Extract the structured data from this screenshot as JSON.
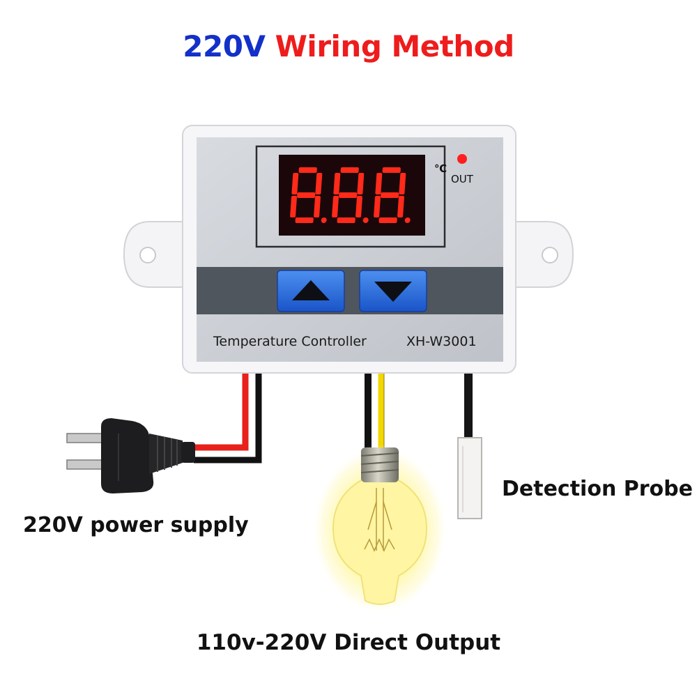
{
  "title": {
    "voltage": "220V",
    "method": "Wiring Method"
  },
  "controller": {
    "unit": "℃",
    "out_label": "OUT",
    "display_value": "888",
    "name": "Temperature Controller",
    "model": "XH-W3001",
    "up_button": "up-arrow-icon",
    "down_button": "down-arrow-icon"
  },
  "labels": {
    "power": "220V power supply",
    "probe": "Detection Probe",
    "output": "110v-220V Direct Output"
  },
  "colors": {
    "title_voltage": "#1330c8",
    "title_method": "#ee1c1c",
    "led_digits": "#ff2a1a",
    "out_indicator": "#ff1f1f",
    "button": "#1e63d8",
    "wire_live": "#e8211c",
    "wire_neutral": "#111111",
    "wire_output": "#f2d600",
    "bulb_glow": "#fff7a0"
  }
}
